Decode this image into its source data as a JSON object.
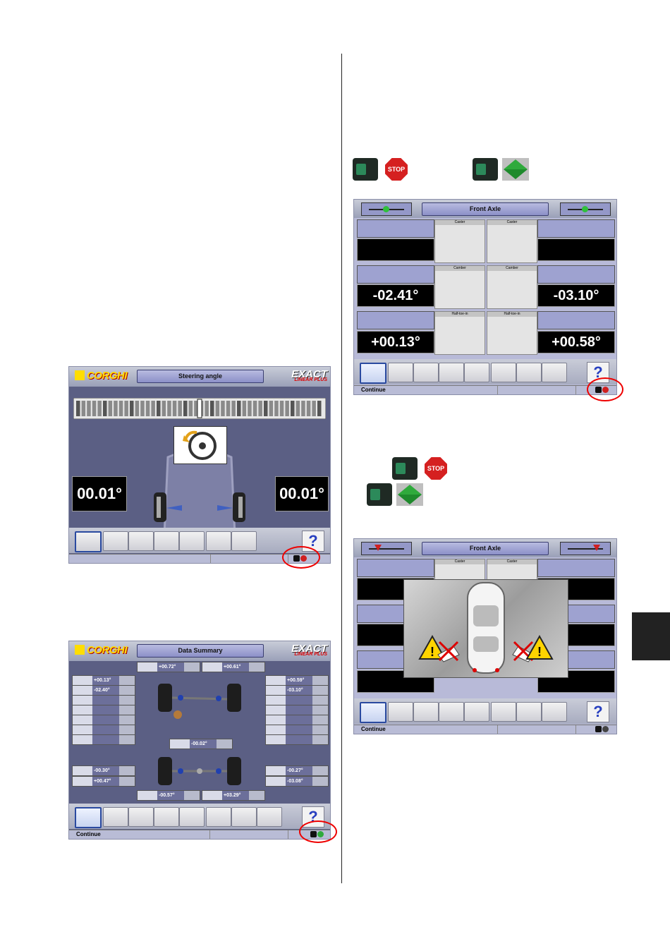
{
  "steering_screen": {
    "logo": "CORGHI",
    "title": "Steering angle",
    "brand": "EXACT",
    "brand_sub": "LINEAR PLUS",
    "left_value": "00.01°",
    "right_value": "00.01°",
    "help": "?"
  },
  "summary_screen": {
    "logo": "CORGHI",
    "title": "Data Summary",
    "brand": "EXACT",
    "brand_sub": "LINEAR PLUS",
    "top_left": "+00.72°",
    "top_right": "+00.61°",
    "left_front": [
      "+00.13°",
      "-02.40°",
      "",
      "",
      "",
      "",
      ""
    ],
    "right_front": [
      "+00.59°",
      "-03.10°",
      "",
      "",
      "",
      "",
      ""
    ],
    "center": "-00.02°",
    "left_rear": [
      "-00.30°",
      "+00.47°"
    ],
    "right_rear": [
      "-00.27°",
      "-03.08°"
    ],
    "bottom_left": "-00.57°",
    "bottom_right": "+03.29°",
    "status": "Continue",
    "help": "?"
  },
  "axle_screen": {
    "title": "Front Axle",
    "labels": [
      "Caster",
      "Caster",
      "Camber",
      "Camber",
      "Half-toe-in",
      "Half-toe-in"
    ],
    "camber_left": "-02.41°",
    "camber_right": "-03.10°",
    "toe_left": "+00.13°",
    "toe_right": "+00.58°",
    "status": "Continue",
    "help": "?"
  },
  "axle_screen_2": {
    "title": "Front Axle",
    "labels": [
      "Caster",
      "Caster"
    ],
    "status": "Continue",
    "help": "?"
  },
  "icons": {
    "stop_text": "STOP"
  }
}
